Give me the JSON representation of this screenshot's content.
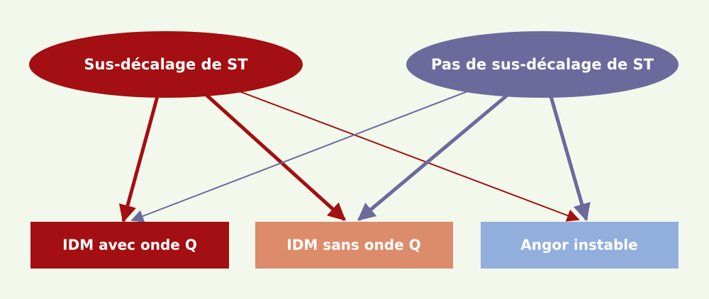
{
  "diagram": {
    "background": "#f3f8ec",
    "sources": [
      {
        "id": "st_elevation",
        "label": "Sus-décalage de ST",
        "color": "#a30f12"
      },
      {
        "id": "no_st_elevation",
        "label": "Pas de sus-décalage de ST",
        "color": "#6b6a9c"
      }
    ],
    "targets": [
      {
        "id": "mi_q",
        "label": "IDM avec onde Q",
        "color": "#a30f12"
      },
      {
        "id": "mi_no_q",
        "label": "IDM sans onde Q",
        "color": "#dc8c6b"
      },
      {
        "id": "unstable_angina",
        "label": "Angor instable",
        "color": "#92aedd"
      }
    ],
    "edges": [
      {
        "from": "st_elevation",
        "to": "mi_q",
        "weight": "thick"
      },
      {
        "from": "st_elevation",
        "to": "mi_no_q",
        "weight": "thick"
      },
      {
        "from": "st_elevation",
        "to": "unstable_angina",
        "weight": "thin"
      },
      {
        "from": "no_st_elevation",
        "to": "mi_q",
        "weight": "thin"
      },
      {
        "from": "no_st_elevation",
        "to": "mi_no_q",
        "weight": "thick"
      },
      {
        "from": "no_st_elevation",
        "to": "unstable_angina",
        "weight": "thick"
      }
    ]
  }
}
